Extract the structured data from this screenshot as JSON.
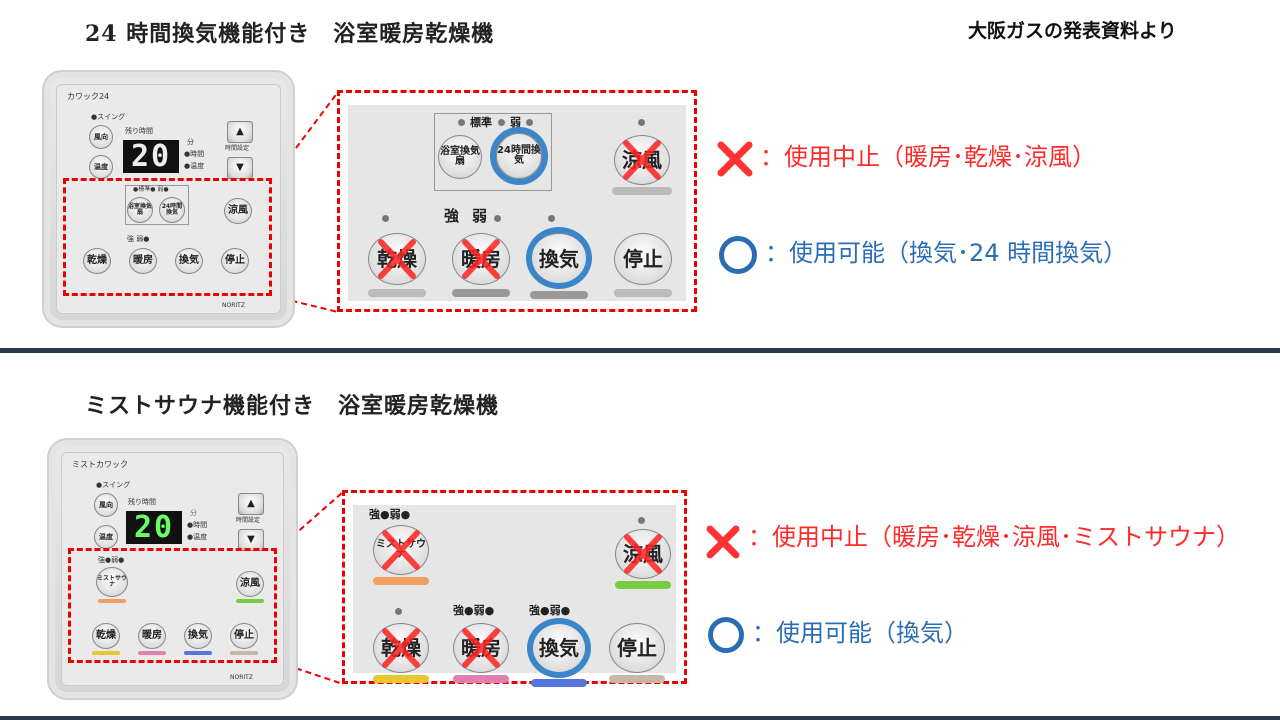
{
  "source_note": "大阪ガスの発表資料より",
  "section1": {
    "title": "24 時間換気機能付き　浴室暖房乾燥機",
    "panel": {
      "brand": "カワック24",
      "swing": "●スイング",
      "remaining_time": "残り時間",
      "display": "20",
      "unit_min": "分",
      "unit_hour": "●時間",
      "unit_temp": "●温度",
      "btn_wind_dir": "風向",
      "btn_temp": "温度",
      "time_set": "時間設定",
      "btn_bath_vent": "浴室換気扇",
      "btn_24h": "24時間換気",
      "btn_cool": "涼風",
      "btn_dry": "乾燥",
      "btn_heat": "暖房",
      "btn_vent": "換気",
      "btn_stop": "停止",
      "label_std_weak": "●標準● 弱●",
      "label_strong_weak": "強 弱●",
      "maker": "NORITZ"
    },
    "zoom": {
      "label_std": "標準",
      "label_weak": "弱",
      "label_strong": "強",
      "btn_bath_vent": "浴室換気扇",
      "btn_24h": "24時間換気",
      "btn_cool": "涼風",
      "btn_dry": "乾燥",
      "btn_heat": "暖房",
      "btn_vent": "換気",
      "btn_stop": "停止"
    },
    "legend_stop": "：使用中止（暖房･乾燥･涼風）",
    "legend_ok": "：使用可能（換気･24 時間換気）"
  },
  "section2": {
    "title": "ミストサウナ機能付き　浴室暖房乾燥機",
    "panel": {
      "brand": "ミストカワック",
      "swing": "●スイング",
      "remaining_time": "残り時間",
      "display": "20",
      "unit_min": "分",
      "unit_hour": "●時間",
      "unit_temp": "●温度",
      "btn_wind_dir": "風向",
      "btn_temp": "温度",
      "time_set": "時間設定",
      "btn_mist": "ミストサウナ",
      "btn_cool": "涼風",
      "btn_dry": "乾燥",
      "btn_heat": "暖房",
      "btn_vent": "換気",
      "btn_stop": "停止",
      "label_strong_weak": "強●弱●",
      "maker": "NORITZ"
    },
    "zoom": {
      "label_strong_weak": "強●弱●",
      "btn_mist": "ミストサウナ",
      "btn_cool": "涼風",
      "btn_dry": "乾燥",
      "btn_heat": "暖房",
      "btn_vent": "換気",
      "btn_stop": "停止"
    },
    "legend_stop": "：使用中止（暖房･乾燥･涼風･ミストサウナ）",
    "legend_ok": "：使用可能（換気）"
  },
  "colors": {
    "stop": "#ff2a2a",
    "ok": "#2a6db5",
    "divider": "#2b3a4a"
  }
}
